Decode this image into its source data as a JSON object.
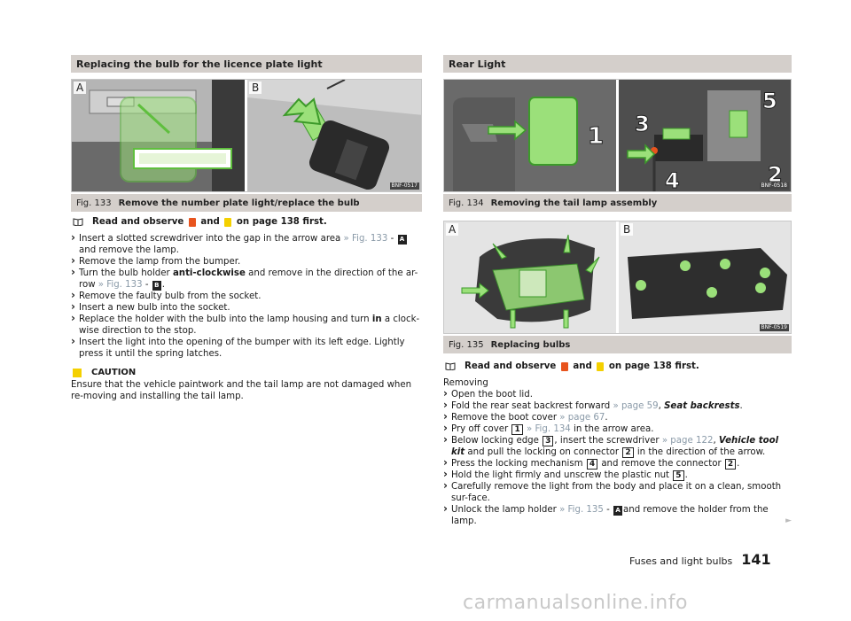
{
  "left": {
    "section_title": "Replacing the bulb for the licence plate light",
    "figure": {
      "panel_a": "A",
      "panel_b": "B",
      "code": "BNF-0517",
      "number": "Fig. 133",
      "title": "Remove the number plate light/replace the bulb"
    },
    "note": {
      "pre": "Read and observe",
      "mid": "and",
      "post": "on page 138 first."
    },
    "steps": [
      {
        "parts": [
          {
            "t": "Insert a slotted screwdriver into the gap in the arrow area "
          },
          {
            "t": "» Fig. 133",
            "c": "ref"
          },
          {
            "t": " - "
          },
          {
            "t": "A",
            "c": "dark"
          },
          {
            "t": " and remove the lamp."
          }
        ]
      },
      {
        "parts": [
          {
            "t": "Remove the lamp from the bumper."
          }
        ]
      },
      {
        "parts": [
          {
            "t": "Turn the bulb holder "
          },
          {
            "t": "anti-clockwise",
            "c": "b"
          },
          {
            "t": " and remove in the direction of the ar-row "
          },
          {
            "t": "» Fig. 133",
            "c": "ref"
          },
          {
            "t": " - "
          },
          {
            "t": "B",
            "c": "dark"
          },
          {
            "t": "."
          }
        ]
      },
      {
        "parts": [
          {
            "t": "Remove the faulty bulb from the socket."
          }
        ]
      },
      {
        "parts": [
          {
            "t": "Insert a new bulb into the socket."
          }
        ]
      },
      {
        "parts": [
          {
            "t": "Replace the holder with the bulb into the lamp housing and turn "
          },
          {
            "t": "in",
            "c": "b"
          },
          {
            "t": " a clock-wise direction to the stop."
          }
        ]
      },
      {
        "parts": [
          {
            "t": "Insert the light into the opening of the bumper with its left edge. Lightly press it until the spring latches."
          }
        ]
      }
    ],
    "caution": {
      "title": "CAUTION",
      "text": "Ensure that the vehicle paintwork and the tail lamp are not damaged when re-moving and installing the tail lamp."
    }
  },
  "right": {
    "section_title": "Rear Light",
    "figure1": {
      "code": "BNF-0518",
      "number": "Fig. 134",
      "title": "Removing the tail lamp assembly",
      "callouts": [
        "1",
        "2",
        "3",
        "4",
        "5"
      ]
    },
    "figure2": {
      "panel_a": "A",
      "panel_b": "B",
      "code": "BNF-0519",
      "number": "Fig. 135",
      "title": "Replacing bulbs"
    },
    "note": {
      "pre": "Read and observe",
      "mid": "and",
      "post": "on page 138 first."
    },
    "subheading": "Removing",
    "steps": [
      {
        "parts": [
          {
            "t": "Open the boot lid."
          }
        ]
      },
      {
        "parts": [
          {
            "t": "Fold the rear seat backrest forward "
          },
          {
            "t": "» page 59",
            "c": "ref"
          },
          {
            "t": ", "
          },
          {
            "t": "Seat backrests",
            "c": "bi"
          },
          {
            "t": "."
          }
        ]
      },
      {
        "parts": [
          {
            "t": "Remove the boot cover "
          },
          {
            "t": "» page 67",
            "c": "ref"
          },
          {
            "t": "."
          }
        ]
      },
      {
        "parts": [
          {
            "t": "Pry off cover "
          },
          {
            "t": "1",
            "c": "box"
          },
          {
            "t": " » Fig. 134",
            "c": "ref"
          },
          {
            "t": " in the arrow area."
          }
        ]
      },
      {
        "parts": [
          {
            "t": "Below locking edge "
          },
          {
            "t": "3",
            "c": "box"
          },
          {
            "t": ", insert the screwdriver "
          },
          {
            "t": "» page 122",
            "c": "ref"
          },
          {
            "t": ", "
          },
          {
            "t": "Vehicle tool kit",
            "c": "bi"
          },
          {
            "t": " and pull the locking on connector "
          },
          {
            "t": "2",
            "c": "box"
          },
          {
            "t": " in the direction of the arrow."
          }
        ]
      },
      {
        "parts": [
          {
            "t": "Press the locking mechanism "
          },
          {
            "t": "4",
            "c": "box"
          },
          {
            "t": " and remove the connector "
          },
          {
            "t": "2",
            "c": "box"
          },
          {
            "t": "."
          }
        ]
      },
      {
        "parts": [
          {
            "t": "Hold the light firmly and unscrew the plastic nut "
          },
          {
            "t": "5",
            "c": "box"
          },
          {
            "t": "."
          }
        ]
      },
      {
        "parts": [
          {
            "t": "Carefully remove the light from the body and place it on a clean, smooth sur-face."
          }
        ]
      },
      {
        "parts": [
          {
            "t": "Unlock the lamp holder "
          },
          {
            "t": "» Fig. 135",
            "c": "ref"
          },
          {
            "t": " - "
          },
          {
            "t": "A",
            "c": "dark"
          },
          {
            "t": "and remove the holder from the lamp."
          }
        ]
      }
    ],
    "continue_mark": "►"
  },
  "footer": {
    "title": "Fuses and light bulbs",
    "page": "141"
  },
  "watermark": "carmanualsonline.info",
  "colors": {
    "section_band": "#d4cfcb",
    "highlight_green": "#9be07a",
    "warn_red": "#e8541e",
    "warn_yellow": "#f4d000",
    "ref_grey": "#8a9aa8"
  }
}
